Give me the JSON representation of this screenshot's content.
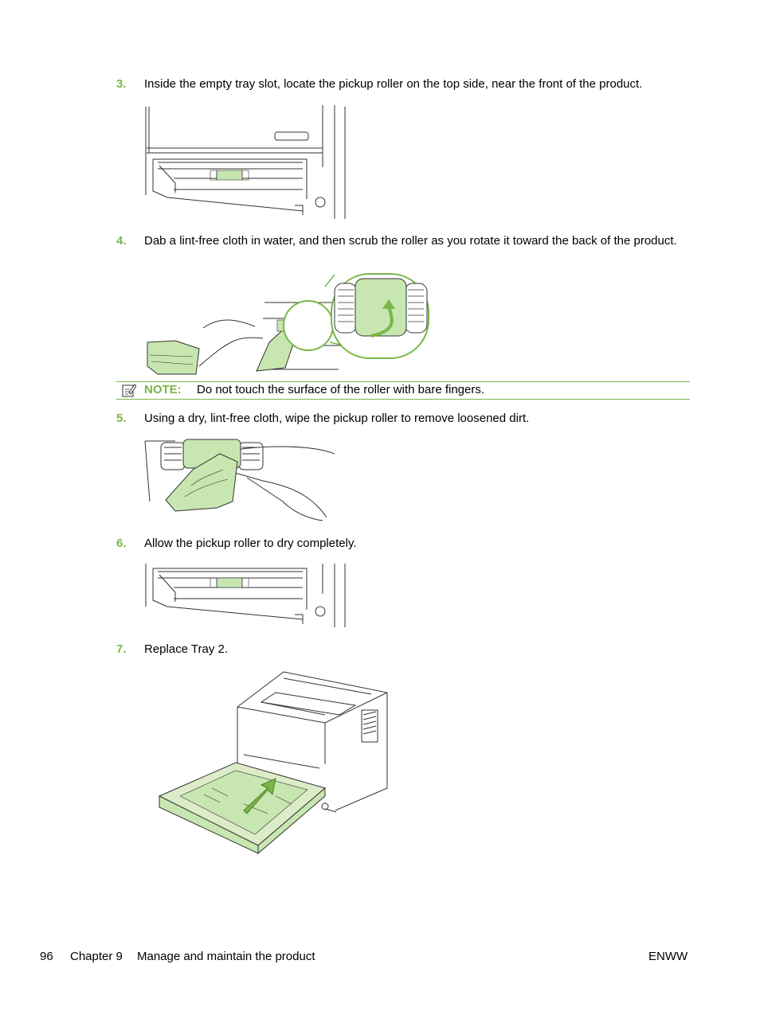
{
  "steps": [
    {
      "number": "3.",
      "text": "Inside the empty tray slot, locate the pickup roller on the top side, near the front of the product."
    },
    {
      "number": "4.",
      "text": "Dab a lint-free cloth in water, and then scrub the roller as you rotate it toward the back of the product."
    },
    {
      "number": "5.",
      "text": "Using a dry, lint-free cloth, wipe the pickup roller to remove loosened dirt."
    },
    {
      "number": "6.",
      "text": "Allow the pickup roller to dry completely."
    },
    {
      "number": "7.",
      "text": "Replace Tray 2."
    }
  ],
  "note": {
    "label": "NOTE:",
    "text": "Do not touch the surface of the roller with bare fingers.",
    "icon": "note-pencil-icon"
  },
  "footer": {
    "page_number": "96",
    "chapter": "Chapter 9",
    "chapter_title": "Manage and maintain the product",
    "right": "ENWW"
  },
  "colors": {
    "accent": "#7ab648",
    "roller": "#c8e6b0"
  }
}
